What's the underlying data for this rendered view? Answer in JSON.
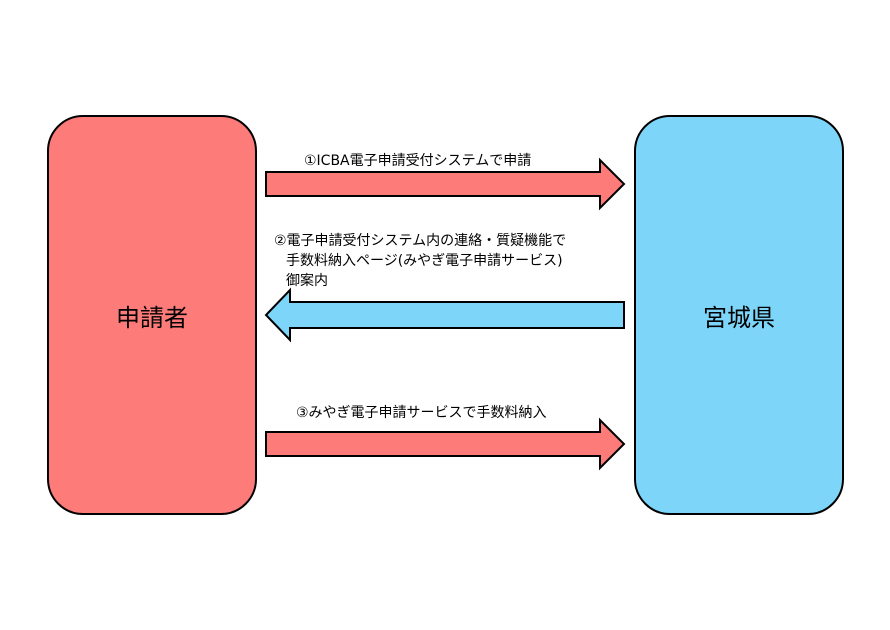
{
  "colors": {
    "applicant": "#fd7c7a",
    "prefecture": "#7dd6fa",
    "arrow_right": "#fd7c7a",
    "arrow_left": "#7dd6fa",
    "outline": "#000000"
  },
  "actors": {
    "applicant": "申請者",
    "prefecture": "宮城県"
  },
  "steps": [
    {
      "lines": [
        "①ICBA電子申請受付システムで申請"
      ],
      "direction": "right"
    },
    {
      "lines": [
        "②電子申請受付システム内の連絡・質疑機能で",
        "手数料納入ページ(みやぎ電子申請サービス)",
        "御案内"
      ],
      "direction": "left"
    },
    {
      "lines": [
        "③みやぎ電子申請サービスで手数料納入"
      ],
      "direction": "right"
    }
  ]
}
